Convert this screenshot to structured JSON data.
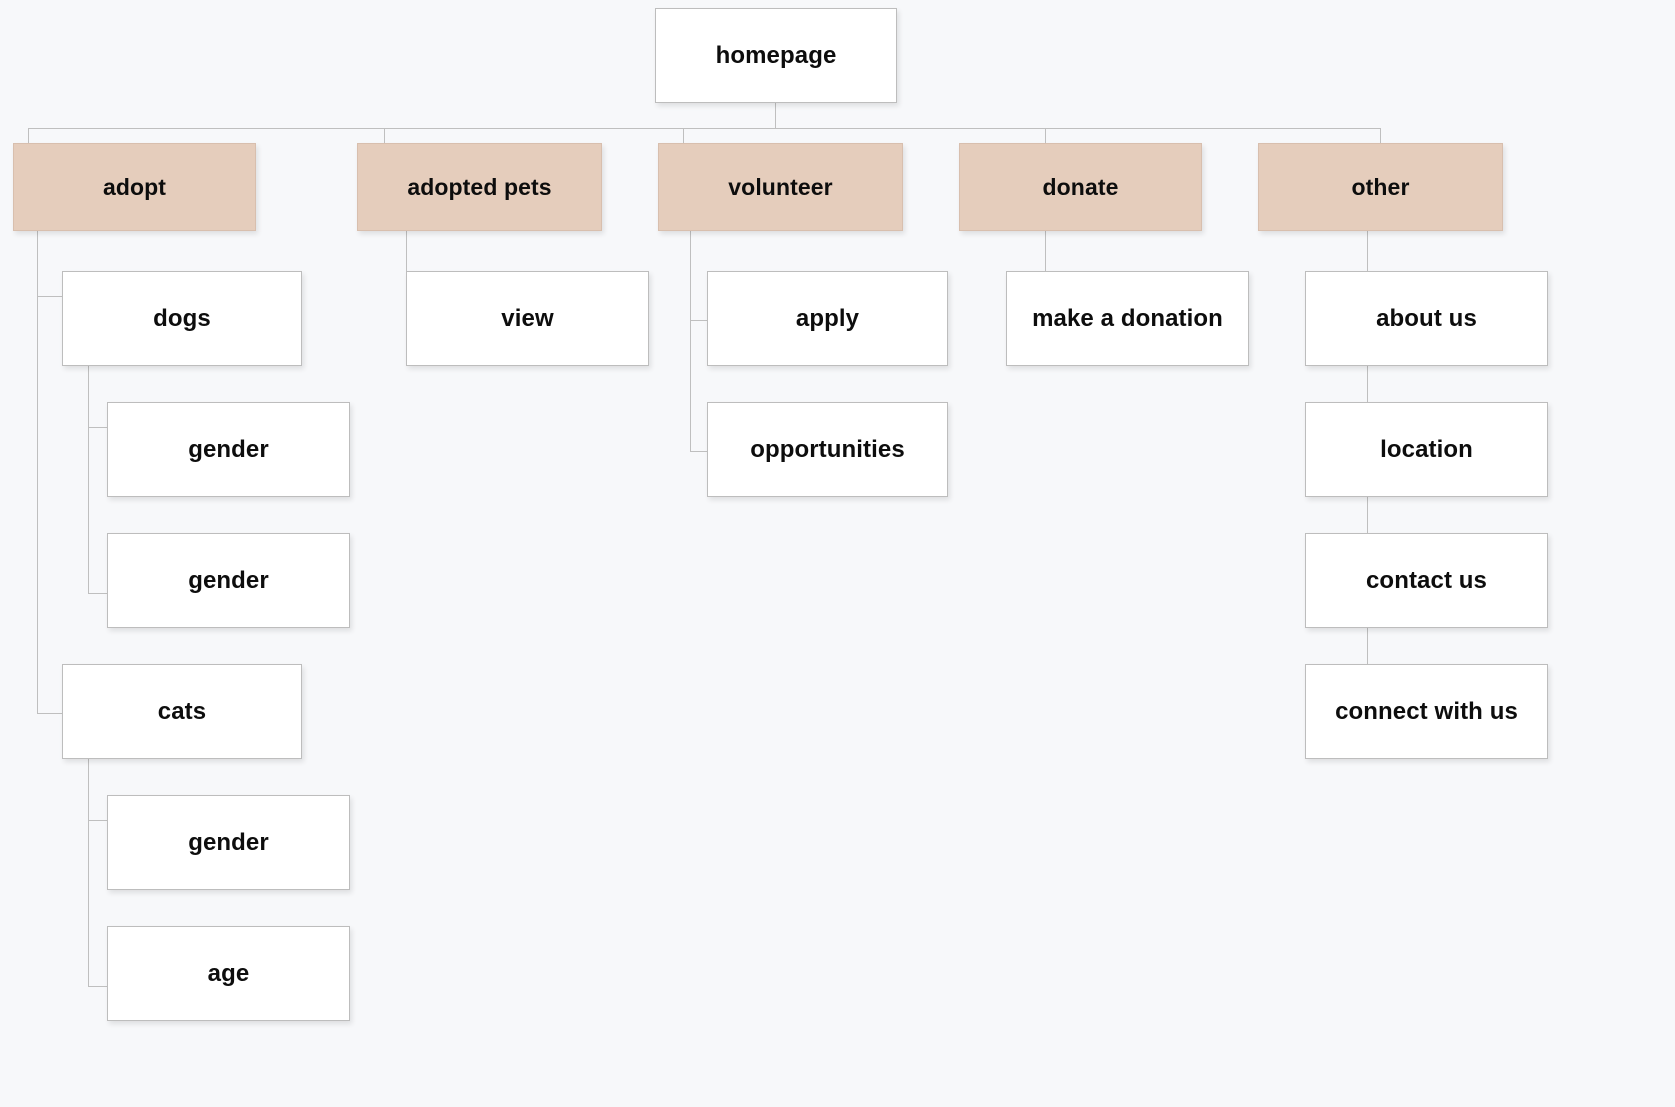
{
  "diagram": {
    "type": "sitemap-tree",
    "background_color": "#f7f8fa",
    "section_color": "#e5cdbc",
    "node_color": "#ffffff",
    "border_color": "#bdbdbd",
    "text_color": "#0d0d0d",
    "root": {
      "label": "homepage"
    },
    "sections": [
      {
        "label": "adopt"
      },
      {
        "label": "adopted pets"
      },
      {
        "label": "volunteer"
      },
      {
        "label": "donate"
      },
      {
        "label": "other"
      }
    ],
    "pages": [
      {
        "label": "dogs"
      },
      {
        "label": "gender"
      },
      {
        "label": "gender"
      },
      {
        "label": "cats"
      },
      {
        "label": "gender"
      },
      {
        "label": "age"
      },
      {
        "label": "view"
      },
      {
        "label": "apply"
      },
      {
        "label": "opportunities"
      },
      {
        "label": "make a donation"
      },
      {
        "label": "about us"
      },
      {
        "label": "location"
      },
      {
        "label": "contact us"
      },
      {
        "label": "connect with us"
      }
    ]
  }
}
